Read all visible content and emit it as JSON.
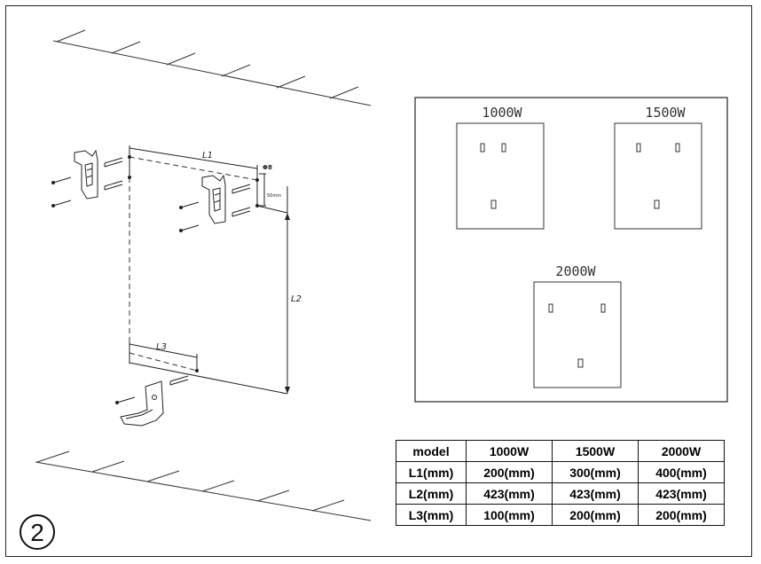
{
  "diagram": {
    "step_number": "2",
    "label_l1": "L1",
    "label_l2": "L2",
    "label_l3": "L3",
    "label_phi": "Φ8",
    "label_dim": "50mm"
  },
  "models": [
    {
      "name": "1000W"
    },
    {
      "name": "1500W"
    },
    {
      "name": "2000W"
    }
  ],
  "table": {
    "headers": [
      "model",
      "1000W",
      "1500W",
      "2000W"
    ],
    "rows": [
      [
        "L1(mm)",
        "200(mm)",
        "300(mm)",
        "400(mm)"
      ],
      [
        "L2(mm)",
        "423(mm)",
        "423(mm)",
        "423(mm)"
      ],
      [
        "L3(mm)",
        "100(mm)",
        "200(mm)",
        "200(mm)"
      ]
    ]
  }
}
